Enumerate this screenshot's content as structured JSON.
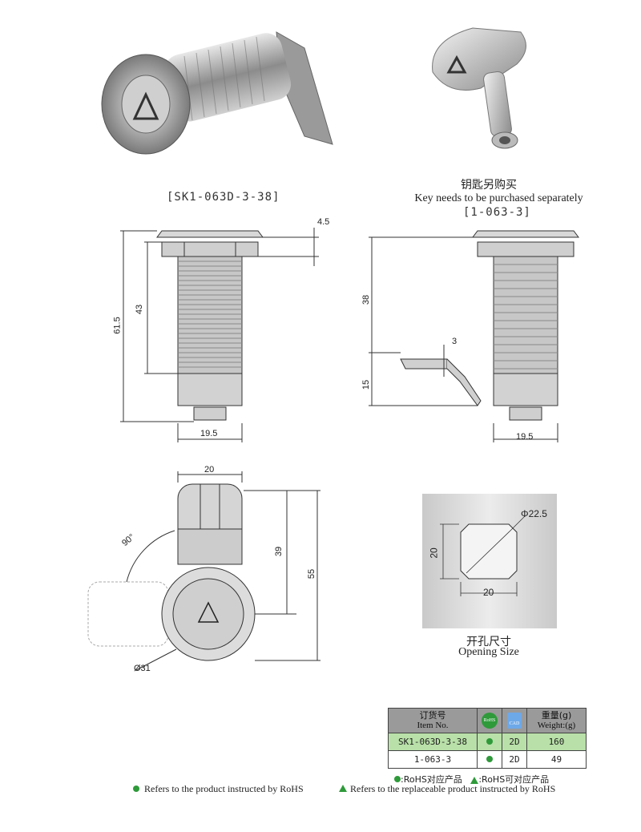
{
  "top_left_model": "[SK1-063D-3-38]",
  "key_note_cn": "钥匙另购买",
  "key_note_en": "Key needs to be purchased separately",
  "key_model": "[1-063-3]",
  "dimensions": {
    "side1": {
      "total": "61.5",
      "thread": "43",
      "flange": "4.5",
      "width": "19.5"
    },
    "side2": {
      "upper": "38",
      "lower": "15",
      "cam": "3",
      "width": "19.5"
    },
    "front": {
      "width": "20",
      "cam_len": "39",
      "total": "55",
      "angle": "90°",
      "diameter": "Ø31"
    }
  },
  "opening": {
    "diameter": "Φ22.5",
    "width": "20",
    "height": "20",
    "title_cn": "开孔尺寸",
    "title_en": "Opening Size"
  },
  "table": {
    "head_item_cn": "订货号",
    "head_item_en": "Item No.",
    "head_rohs": "RoHS",
    "head_cad": "CAD",
    "head_weight_cn": "重量(g)",
    "head_weight_en": "Weight:(g)",
    "rows": [
      {
        "item": "SK1-063D-3-38",
        "cad": "2D",
        "weight": "160"
      },
      {
        "item": "1-063-3",
        "cad": "2D",
        "weight": "49"
      }
    ]
  },
  "legend": {
    "rohs_cn": ":RoHS对应产品",
    "replace_cn": ":RoHS可对应产品"
  },
  "footer": {
    "rohs_en": "Refers to the product instructed by RoHS",
    "replace_en": "Refers to the replaceable product instructed by RoHS"
  },
  "colors": {
    "rohs_green": "#2e9a3a",
    "highlight_row": "#b8e0a8",
    "table_head": "#9a9a9a"
  }
}
